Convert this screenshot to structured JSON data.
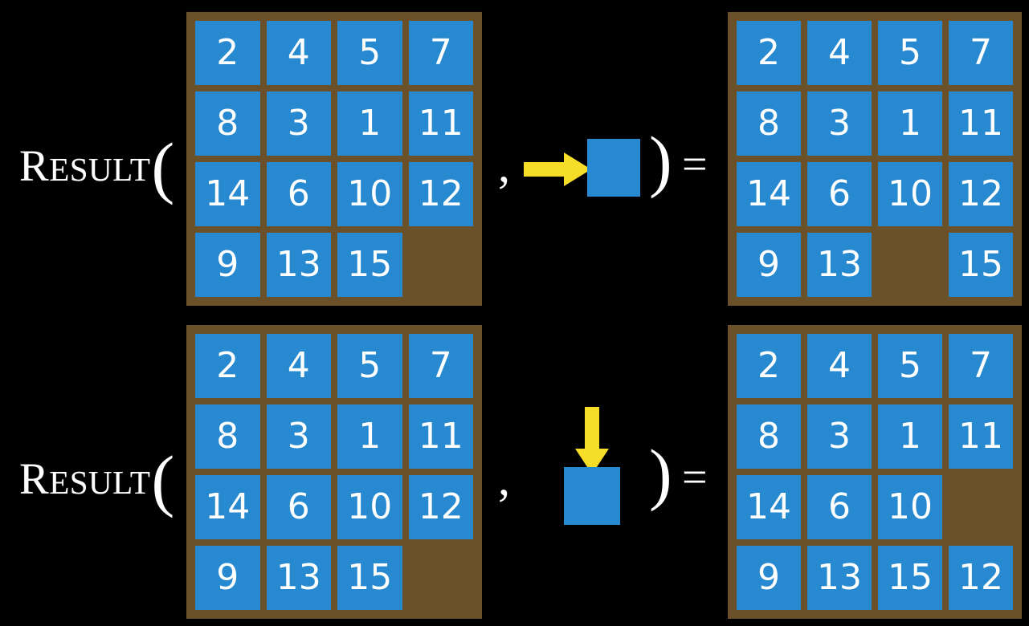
{
  "colors": {
    "background": "#000000",
    "board_frame": "#6b5129",
    "tile": "#2789d0",
    "tile_text": "#ffffff",
    "arrow": "#f5dd28",
    "text": "#ffffff"
  },
  "notation": {
    "function_name_initial": "R",
    "function_name_rest": "ESULT",
    "paren_open": "(",
    "paren_close": ")",
    "comma": ",",
    "equals": "="
  },
  "rows": [
    {
      "id": "right-move",
      "input_board": {
        "rows": 4,
        "cols": 4,
        "tiles": [
          [
            "2",
            "4",
            "5",
            "7"
          ],
          [
            "8",
            "3",
            "1",
            "11"
          ],
          [
            "14",
            "6",
            "10",
            "12"
          ],
          [
            "9",
            "13",
            "15",
            ""
          ]
        ]
      },
      "action": {
        "icon": "arrow-right-icon",
        "direction": "right",
        "label": "blank tile moves right"
      },
      "output_board": {
        "rows": 4,
        "cols": 4,
        "tiles": [
          [
            "2",
            "4",
            "5",
            "7"
          ],
          [
            "8",
            "3",
            "1",
            "11"
          ],
          [
            "14",
            "6",
            "10",
            "12"
          ],
          [
            "9",
            "13",
            "",
            "15"
          ]
        ]
      }
    },
    {
      "id": "down-move",
      "input_board": {
        "rows": 4,
        "cols": 4,
        "tiles": [
          [
            "2",
            "4",
            "5",
            "7"
          ],
          [
            "8",
            "3",
            "1",
            "11"
          ],
          [
            "14",
            "6",
            "10",
            "12"
          ],
          [
            "9",
            "13",
            "15",
            ""
          ]
        ]
      },
      "action": {
        "icon": "arrow-down-icon",
        "direction": "down",
        "label": "blank tile moves down"
      },
      "output_board": {
        "rows": 4,
        "cols": 4,
        "tiles": [
          [
            "2",
            "4",
            "5",
            "7"
          ],
          [
            "8",
            "3",
            "1",
            "11"
          ],
          [
            "14",
            "6",
            "10",
            ""
          ],
          [
            "9",
            "13",
            "15",
            "12"
          ]
        ]
      }
    }
  ]
}
